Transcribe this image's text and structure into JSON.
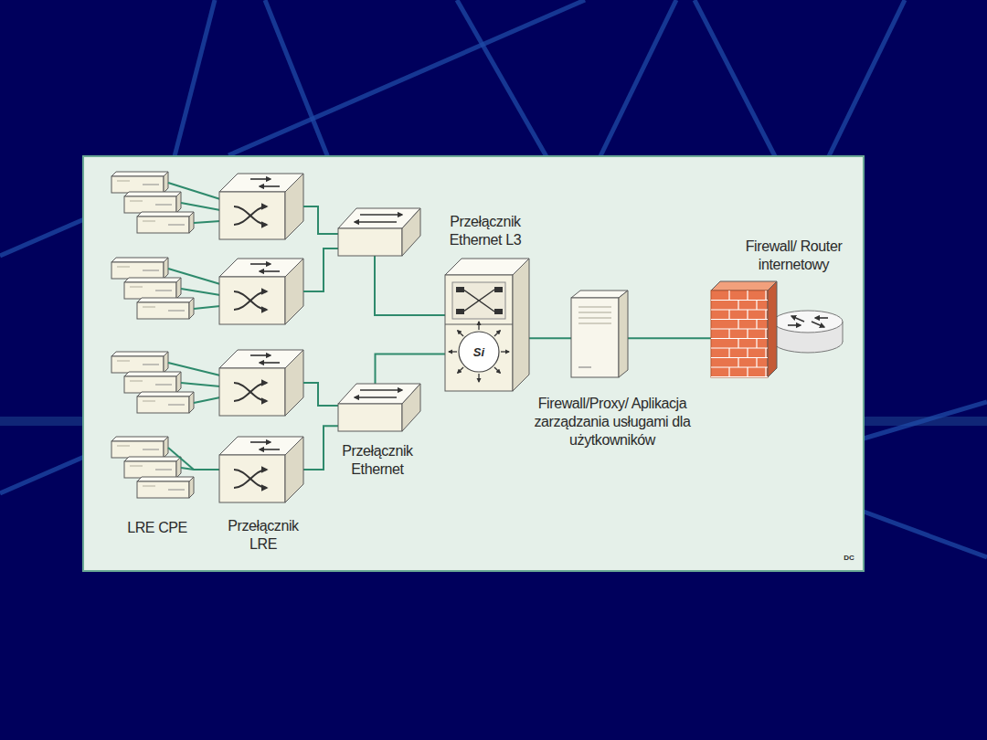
{
  "diagram": {
    "nodes": [
      {
        "text": [
          "LRE CPE"
        ]
      },
      {
        "text": [
          "Przełącznik LRE"
        ]
      },
      {
        "text": [
          "Przełącznik Ethernet"
        ]
      },
      {
        "text": [
          "Przełącznik Ethernet L3"
        ]
      },
      {
        "text": [
          "Firewall/Proxy/ Aplikacja zarządzania usługami dla użytkowników"
        ]
      },
      {
        "text": [
          "Firewall/ Router internetowy"
        ]
      }
    ],
    "edges": [
      {
        "from": 0,
        "to": 1,
        "arrow": "none"
      },
      {
        "from": 1,
        "to": 2,
        "arrow": "none"
      },
      {
        "from": 2,
        "to": 3,
        "arrow": "none"
      },
      {
        "from": 3,
        "to": 4,
        "arrow": "none"
      },
      {
        "from": 4,
        "to": 5,
        "arrow": "none"
      }
    ],
    "labels": [
      "Si",
      "DC"
    ]
  }
}
